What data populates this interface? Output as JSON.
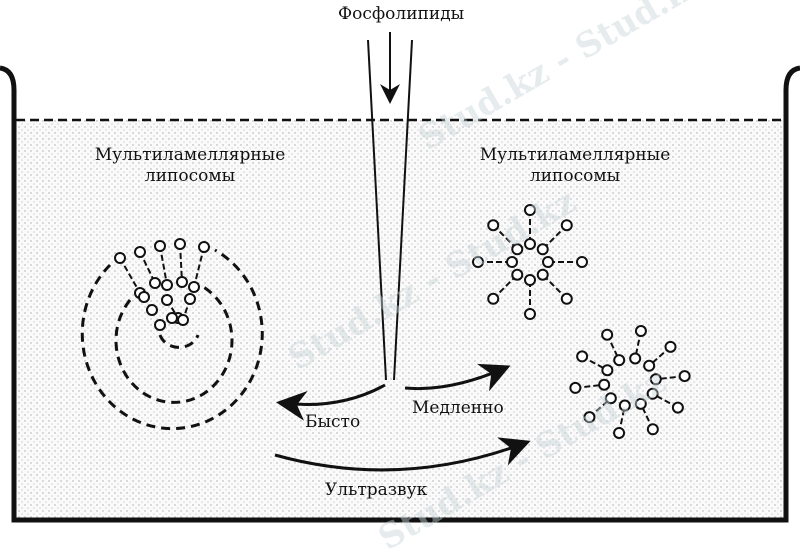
{
  "title": "Фосфолипиды",
  "left_label": {
    "line1": "Мультиламеллярные",
    "line2": "липосомы"
  },
  "right_label": {
    "line1": "Мультиламеллярные",
    "line2": "липосомы"
  },
  "arrows": {
    "fast": "Бысто",
    "slow": "Медленно",
    "ultrasound": "Ультразвук"
  },
  "watermark": "Stud.kz - Stud.kz",
  "colors": {
    "ink": "#111111",
    "fill": "#ececec",
    "watermark": "#c8d2d7"
  }
}
